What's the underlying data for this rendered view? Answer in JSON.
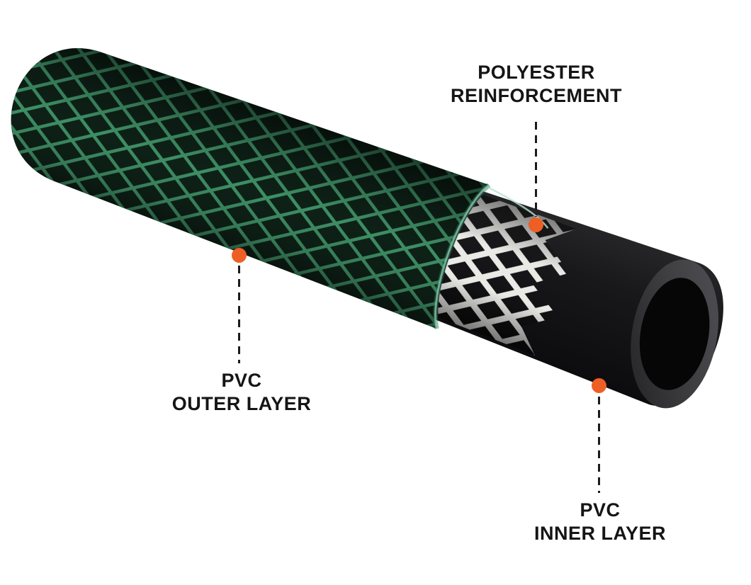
{
  "diagram": {
    "subject": "garden-hose-layer-construction",
    "callouts": [
      {
        "id": "polyester-reinforcement",
        "line1": "POLYESTER",
        "line2": "REINFORCEMENT"
      },
      {
        "id": "pvc-outer-layer",
        "line1": "PVC",
        "line2": "OUTER LAYER"
      },
      {
        "id": "pvc-inner-layer",
        "line1": "PVC",
        "line2": "INNER LAYER"
      }
    ],
    "colors": {
      "background": "#FFFFFF",
      "callout_dot": "#EE5F25",
      "label_text": "#151515",
      "leader_line": "#1B1B1B",
      "hose_outer_base": "#0E2117",
      "hose_grid_green": "#3E8F66",
      "cut_edge_highlight": "#7FC7A8",
      "mesh_white": "#E9E9E6",
      "inner_tube_black": "#141416",
      "cut_face_gray": "#47474B",
      "bore_black": "#060607"
    }
  }
}
